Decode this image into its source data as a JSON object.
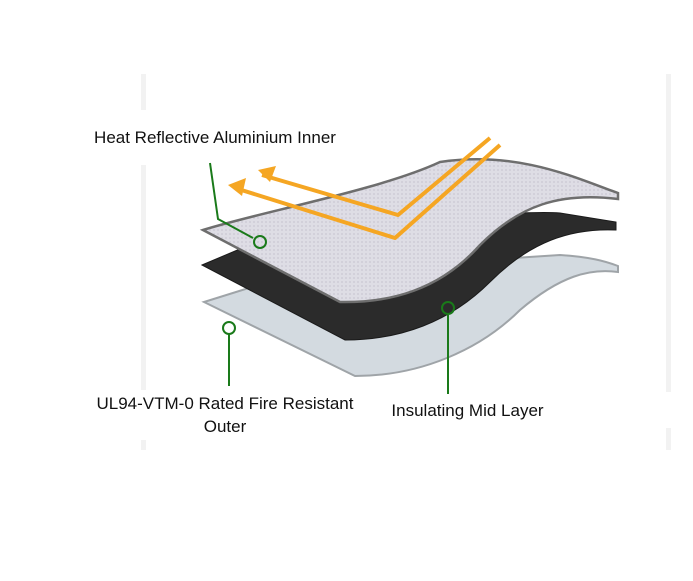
{
  "labels": {
    "inner": "Heat Reflective Aluminium Inner",
    "outer_line1": "UL94-VTM-0 Rated Fire Resistant",
    "outer_line2": "Outer",
    "mid": "Insulating Mid Layer"
  },
  "colors": {
    "leader": "#1a7a1a",
    "arrow": "#f5a623",
    "top_layer": "#dcdbe3",
    "mid_layer": "#2b2b2b",
    "bottom_layer": "#d3dae0"
  }
}
